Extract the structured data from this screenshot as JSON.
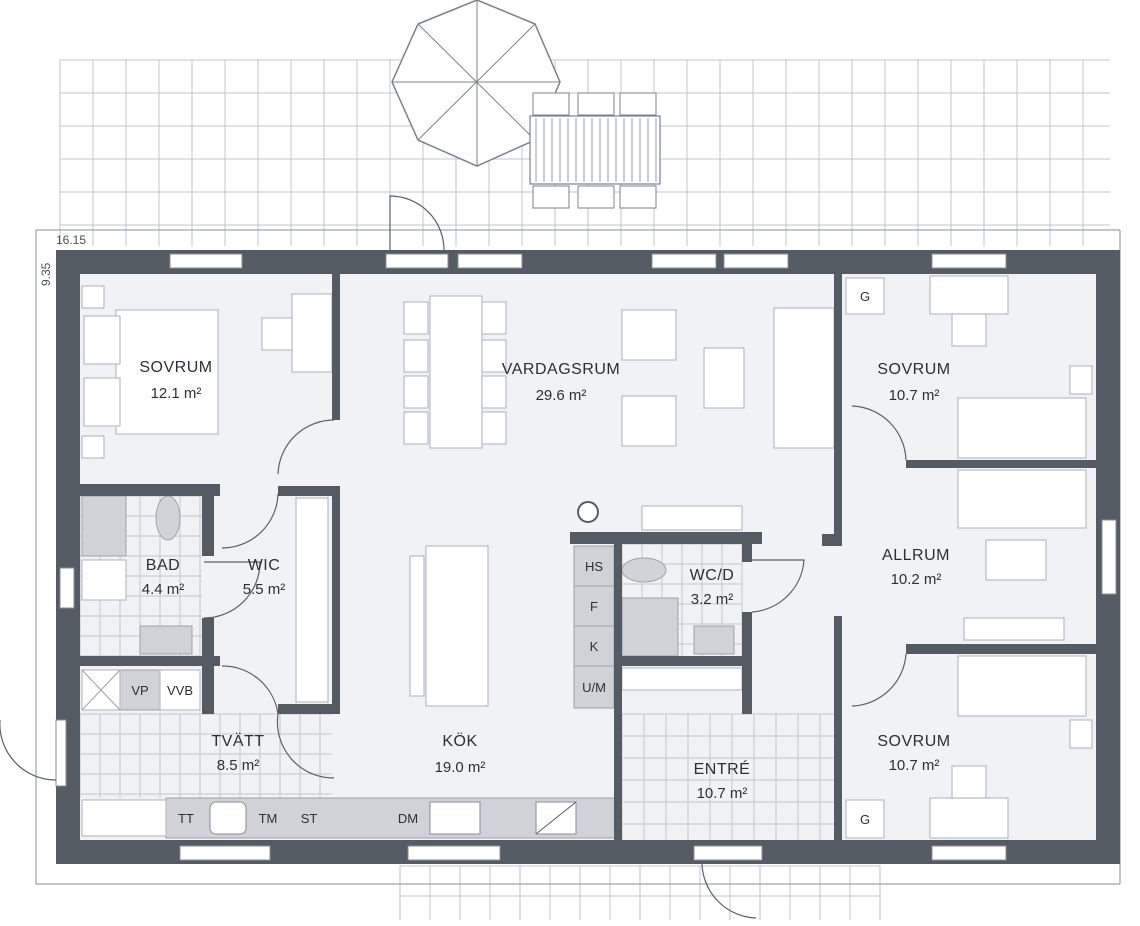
{
  "dimensions": {
    "width_label": "16.15",
    "depth_label": "9.35"
  },
  "rooms": {
    "sovrum_nw": {
      "name": "SOVRUM",
      "area": "12.1 m²"
    },
    "vardagsrum": {
      "name": "VARDAGSRUM",
      "area": "29.6 m²"
    },
    "sovrum_ne": {
      "name": "SOVRUM",
      "area": "10.7 m²"
    },
    "bad": {
      "name": "BAD",
      "area": "4.4 m²"
    },
    "wic": {
      "name": "WIC",
      "area": "5.5 m²"
    },
    "wc": {
      "name": "WC/D",
      "area": "3.2 m²"
    },
    "allrum": {
      "name": "ALLRUM",
      "area": "10.2 m²"
    },
    "tvatt": {
      "name": "TVÄTT",
      "area": "8.5 m²"
    },
    "kok": {
      "name": "KÖK",
      "area": "19.0 m²"
    },
    "entre": {
      "name": "ENTRÉ",
      "area": "10.7 m²"
    },
    "sovrum_se": {
      "name": "SOVRUM",
      "area": "10.7 m²"
    }
  },
  "fixtures": {
    "hs": "HS",
    "f": "F",
    "k": "K",
    "um": "U/M",
    "vp": "VP",
    "vvb": "VVB",
    "tt": "TT",
    "tm": "TM",
    "st": "ST",
    "dm": "DM",
    "g_ne": "G",
    "g_se": "G"
  },
  "colors": {
    "wall": "#555b62",
    "floor": "#f1f2f4",
    "fixture": "#d0d3d7"
  }
}
